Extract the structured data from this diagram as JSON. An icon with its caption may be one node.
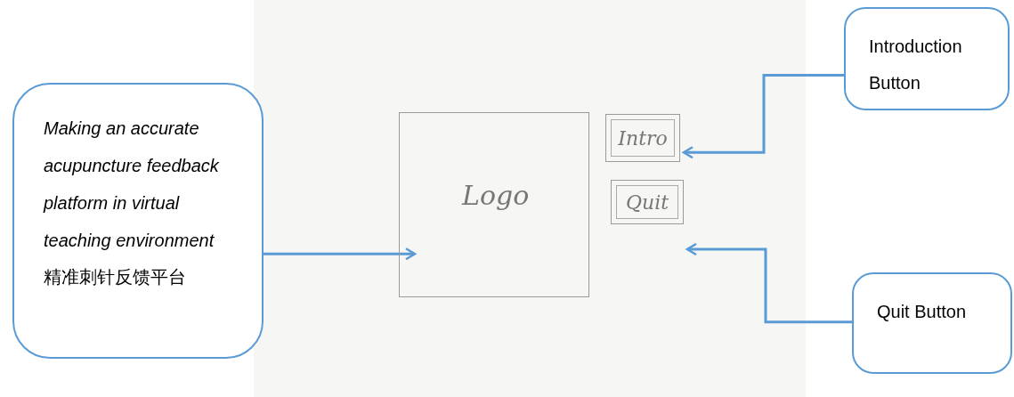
{
  "diagram": {
    "nodes": [
      {
        "text": [
          "Making an accurate acupuncture feedback platform in virtual teaching environment",
          "精准刺针反馈平台"
        ]
      },
      {
        "text": [
          "Logo"
        ]
      },
      {
        "text": [
          "Intro"
        ]
      },
      {
        "text": [
          "Quit"
        ]
      },
      {
        "text": [
          "Introduction Button"
        ]
      },
      {
        "text": [
          "Quit Button"
        ]
      }
    ],
    "edges": [
      {
        "from": 0,
        "to": 1,
        "arrow": "to"
      },
      {
        "from": 4,
        "to": 2,
        "arrow": "to"
      },
      {
        "from": 5,
        "to": 3,
        "arrow": "to"
      }
    ]
  }
}
